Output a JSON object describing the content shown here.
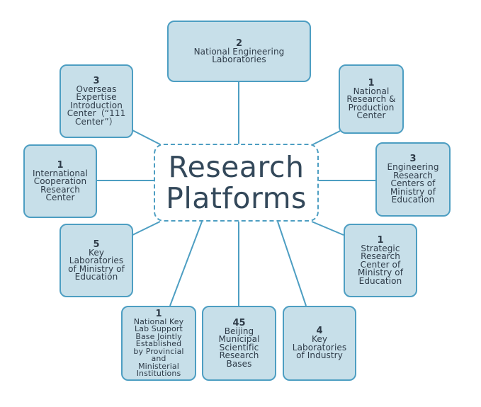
{
  "center": {
    "title": "Research\nPlatforms"
  },
  "nodes": [
    {
      "id": "n1",
      "number": "2",
      "label": "National Engineering\nLaboratories"
    },
    {
      "id": "n2",
      "number": "1",
      "label": "National\nResearch &\nProduction\nCenter"
    },
    {
      "id": "n3",
      "number": "3",
      "label": "Engineering\nResearch\nCenters of\nMinistry of\nEducation"
    },
    {
      "id": "n4",
      "number": "1",
      "label": "Strategic\nResearch\nCenter of\nMinistry of\nEducation"
    },
    {
      "id": "n5",
      "number": "4",
      "label": "Key\nLaboratories\nof Industry"
    },
    {
      "id": "n6",
      "number": "45",
      "label": "Beijing\nMunicipal\nScientific\nResearch\nBases"
    },
    {
      "id": "n7",
      "number": "1",
      "label": "National Key\nLab Support\nBase Jointly\nEstablished\nby Provincial\nand\nMinisterial\nInstitutions"
    },
    {
      "id": "n8",
      "number": "5",
      "label": "Key\nLaboratories\nof Ministry of\nEducation"
    },
    {
      "id": "n9",
      "number": "1",
      "label": "International\nCooperation\nResearch\nCenter"
    },
    {
      "id": "n10",
      "number": "3",
      "label": "Overseas\nExpertise\nIntroduction\nCenter（“111\nCenter”）"
    }
  ],
  "colors": {
    "fill": "#c7dfe9",
    "border": "#4d9ec2",
    "text": "#2e3b48"
  }
}
